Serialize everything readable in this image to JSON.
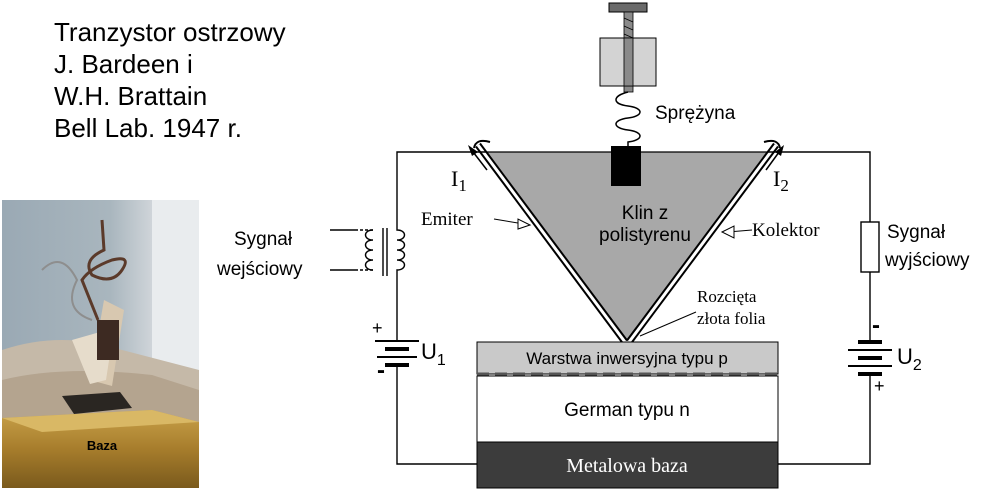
{
  "title": {
    "line1": "Tranzystor ostrzowy",
    "line2": "J. Bardeen i",
    "line3": "W.H. Brattain",
    "line4": "Bell Lab. 1947 r."
  },
  "photo": {
    "label": "Baza"
  },
  "labels": {
    "spring": "Sprężyna",
    "i1_base": "I",
    "i1_sub": "1",
    "i2_base": "I",
    "i2_sub": "2",
    "wedge_line1": "Klin z",
    "wedge_line2": "polistyrenu",
    "emitter": "Emiter",
    "collector": "Kolektor",
    "input_line1": "Sygnał",
    "input_line2": "wejściowy",
    "output_line1": "Sygnał",
    "output_line2": "wyjściowy",
    "foil_line1": "Rozcięta",
    "foil_line2": "złota folia",
    "u1_base": "U",
    "u1_sub": "1",
    "u2_base": "U",
    "u2_sub": "2",
    "plus": "+",
    "minus": "-",
    "inversion_layer": "Warstwa inwersyjna typu p",
    "germanium": "German typu n",
    "metal_base": "Metalowa baza"
  },
  "colors": {
    "line": "#000000",
    "gray_wedge": "#a8a8a8",
    "layer_gray": "#c9c9c9",
    "base_dark": "#3c3c3c",
    "clamp_gray": "#c8c8c8",
    "screw": "#6a6a6a"
  }
}
